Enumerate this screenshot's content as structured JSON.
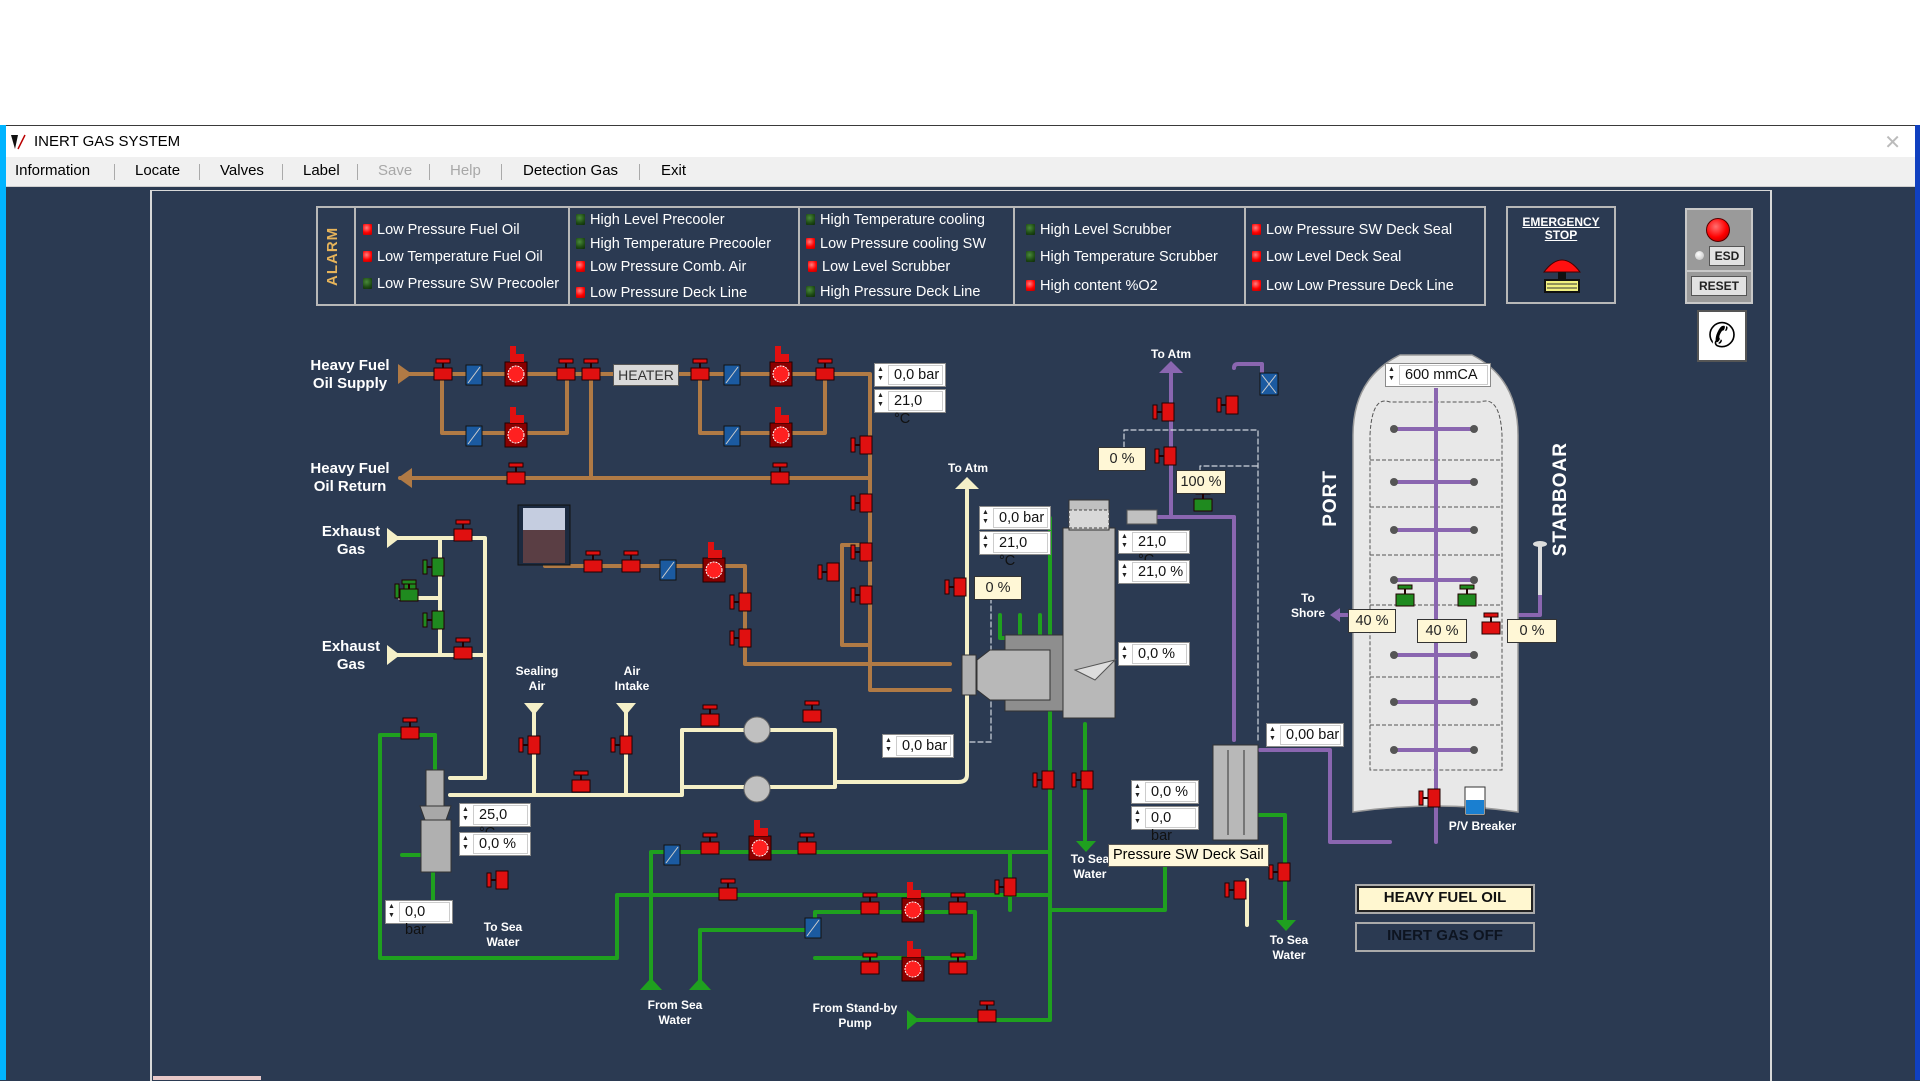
{
  "window": {
    "title": "INERT GAS SYSTEM",
    "app_icon": "valve-logo-icon",
    "close_icon": "close-icon"
  },
  "menu": {
    "items": [
      {
        "label": "Information",
        "enabled": true
      },
      {
        "label": "Locate",
        "enabled": true
      },
      {
        "label": "Valves",
        "enabled": true
      },
      {
        "label": "Label",
        "enabled": true
      },
      {
        "label": "Save",
        "enabled": false
      },
      {
        "label": "Help",
        "enabled": false
      },
      {
        "label": "Detection Gas",
        "enabled": true
      },
      {
        "label": "Exit",
        "enabled": true
      }
    ]
  },
  "alarm": {
    "title": "ALARM",
    "columns": [
      [
        {
          "label": "Low Pressure Fuel Oil",
          "state": "red"
        },
        {
          "label": "Low Temperature Fuel Oil",
          "state": "red"
        },
        {
          "label": "Low Pressure SW Precooler",
          "state": "green"
        }
      ],
      [
        {
          "label": "High Level Precooler",
          "state": "green"
        },
        {
          "label": "High Temperature Precooler",
          "state": "green"
        },
        {
          "label": "Low Pressure Comb. Air",
          "state": "red"
        },
        {
          "label": "Low Pressure Deck Line",
          "state": "red"
        }
      ],
      [
        {
          "label": "High Temperature cooling",
          "state": "green"
        },
        {
          "label": "Low Pressure cooling SW",
          "state": "red"
        },
        {
          "label": "Low Level Scrubber",
          "state": "red"
        },
        {
          "label": "High Pressure Deck Line",
          "state": "green"
        }
      ],
      [
        {
          "label": "High Level Scrubber",
          "state": "green"
        },
        {
          "label": "High Temperature Scrubber",
          "state": "green"
        },
        {
          "label": "High content %O2",
          "state": "red"
        }
      ],
      [
        {
          "label": "Low Pressure SW Deck Seal",
          "state": "red"
        },
        {
          "label": "Low Level Deck Seal",
          "state": "red"
        },
        {
          "label": "Low Low Pressure Deck Line",
          "state": "red"
        }
      ]
    ]
  },
  "emergency_stop": {
    "label_line1": "EMERGENCY",
    "label_line2": "STOP"
  },
  "esd_panel": {
    "esd_label": "ESD",
    "reset_label": "RESET"
  },
  "colors": {
    "background": "#2b3a52",
    "fuel_pipe": "#b07a45",
    "air_pipe": "#f5f0c8",
    "seawater_pipe": "#1fa01f",
    "inert_gas_pipe": "#8a66b0",
    "alarm_red": "#ff0000",
    "alarm_green": "#1d4a14"
  },
  "labels": {
    "hfo_supply": "Heavy Fuel Oil Supply",
    "hfo_return": "Heavy Fuel Oil Return",
    "exhaust_gas_1": "Exhaust Gas",
    "exhaust_gas_2": "Exhaust Gas",
    "sealing_air": "Sealing Air",
    "air_intake": "Air Intake",
    "to_atm_1": "To Atm",
    "to_atm_2": "To Atm",
    "to_sea_water_1": "To Sea Water",
    "to_sea_water_2": "To Sea Water",
    "to_sea_water_3": "To Sea Water",
    "from_sea_water": "From Sea Water",
    "from_standby_pump": "From Stand-by Pump",
    "to_shore": "To Shore",
    "port": "PORT",
    "starboard": "STARBOAR",
    "pv_breaker": "P/V Breaker",
    "heater": "HEATER"
  },
  "readouts": {
    "fuel_pressure": "0,0 bar",
    "fuel_temp": "21,0 °C",
    "burner_pressure": "0,0 bar",
    "burner_temp": "21,0 °C",
    "scrubber_out_temp": "21,0 °C",
    "scrubber_o2": "21,0 %",
    "scrubber_level": "0,0 %",
    "blower_pressure": "0,0 bar",
    "precooler_temp": "25,0 °C",
    "precooler_level": "0,0 %",
    "sw_precooler_pressure": "0,0 bar",
    "deck_seal_level": "0,0 %",
    "deck_seal_sw_pressure": "0,0 bar",
    "deck_line_pressure": "0,00 bar",
    "tank_pressure": "600 mmCA"
  },
  "valve_openings": {
    "vent_valve": "0 %",
    "recirc_valve": "100 %",
    "comb_air_valve": "0 %",
    "port_valve": "40 %",
    "center_valve": "40 %",
    "stbd_valve": "0 %"
  },
  "tooltip": "Pressure SW Deck Sail",
  "mode_buttons": {
    "fuel_mode": "HEAVY FUEL OIL",
    "inert_gas_state": "INERT GAS OFF"
  }
}
